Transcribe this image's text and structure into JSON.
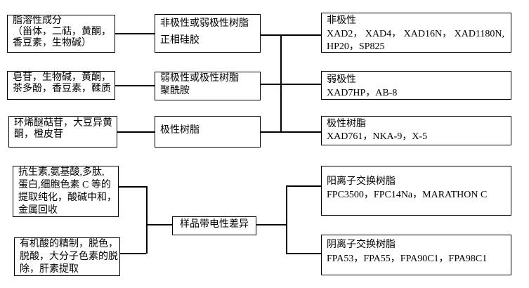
{
  "page": {
    "background_color": "#ffffff",
    "line_color": "#000000",
    "text_color": "#000000"
  },
  "flow": {
    "left_column": [
      {
        "id": "fat-soluble-components",
        "lines": [
          "脂溶性成分",
          "（甾体，二萜，黄酮，",
          "香豆素，生物碱）"
        ]
      },
      {
        "id": "saponins-alkaloids-flavones",
        "lines": [
          "皂苷，生物碱，黄酮，",
          "茶多酚，香豆素，鞣质"
        ]
      },
      {
        "id": "iridoid-glycosides",
        "lines": [
          "环烯醚萜苷，大豆异黄",
          "酮，橙皮苷"
        ]
      },
      {
        "id": "antibiotics-amino-acids",
        "lines": [
          "抗生素,氨基酸,多肽,",
          "蛋白,细胞色素 C 等的",
          "提取纯化，酸碱中和，",
          "金属回收"
        ]
      },
      {
        "id": "organic-acid-refining",
        "lines": [
          "有机酸的精制，脱色，",
          "脱酸，大分子色素的脱",
          "除，肝素提取"
        ]
      }
    ],
    "middle_column": [
      {
        "id": "nonpolar-or-weak-polar-resin",
        "lines": [
          "非极性或弱极性树脂",
          "正相硅胶"
        ]
      },
      {
        "id": "weak-polar-or-polar-resin",
        "lines": [
          "弱极性或极性树脂",
          "聚酰胺"
        ]
      },
      {
        "id": "polar-resin",
        "lines": [
          "极性树脂"
        ]
      },
      {
        "id": "sample-charge-difference",
        "lines": [
          "样品带电性差异"
        ]
      }
    ],
    "right_column": [
      {
        "id": "nonpolar-resins",
        "lines": [
          "非极性",
          "XAD2， XAD4， XAD16N， XAD1180N,",
          "HP20，SP825"
        ]
      },
      {
        "id": "weak-polar-resins",
        "lines": [
          "弱极性",
          "XAD7HP，AB-8"
        ]
      },
      {
        "id": "polar-resins",
        "lines": [
          "极性树脂",
          "XAD761，NKA-9，X-5"
        ]
      },
      {
        "id": "cation-exchange-resins",
        "lines": [
          "阳离子交换树脂",
          "FPC3500，FPC14Na，MARATHON C"
        ]
      },
      {
        "id": "anion-exchange-resins",
        "lines": [
          "阴离子交换树脂",
          "FPA53，FPA55，FPA90C1，FPA98C1"
        ]
      }
    ]
  }
}
